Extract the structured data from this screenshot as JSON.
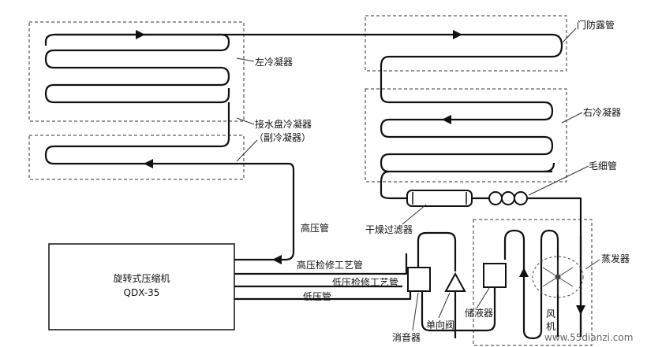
{
  "labels": {
    "left_condenser": "左冷凝器",
    "tray_condenser": "接水盘冷凝器",
    "aux_condenser": "（副冷凝器）",
    "door_pipe": "门防露管",
    "right_condenser": "右冷凝器",
    "capillary": "毛细管",
    "dryer_filter": "干燥过滤器",
    "evaporator": "蒸发器",
    "high_pressure_pipe": "高压管",
    "high_service_pipe": "高压检修工艺管",
    "low_service_pipe": "低压检修工艺管",
    "low_pressure_pipe": "低压管",
    "accumulator": "储液器",
    "muffler": "消音器",
    "check_valve": "单向阀",
    "fan_line1": "风",
    "fan_line2": "机"
  },
  "compressor": {
    "name": "旋转式压缩机",
    "model": "QDX-35"
  },
  "watermark": "www.55dianzi.com"
}
